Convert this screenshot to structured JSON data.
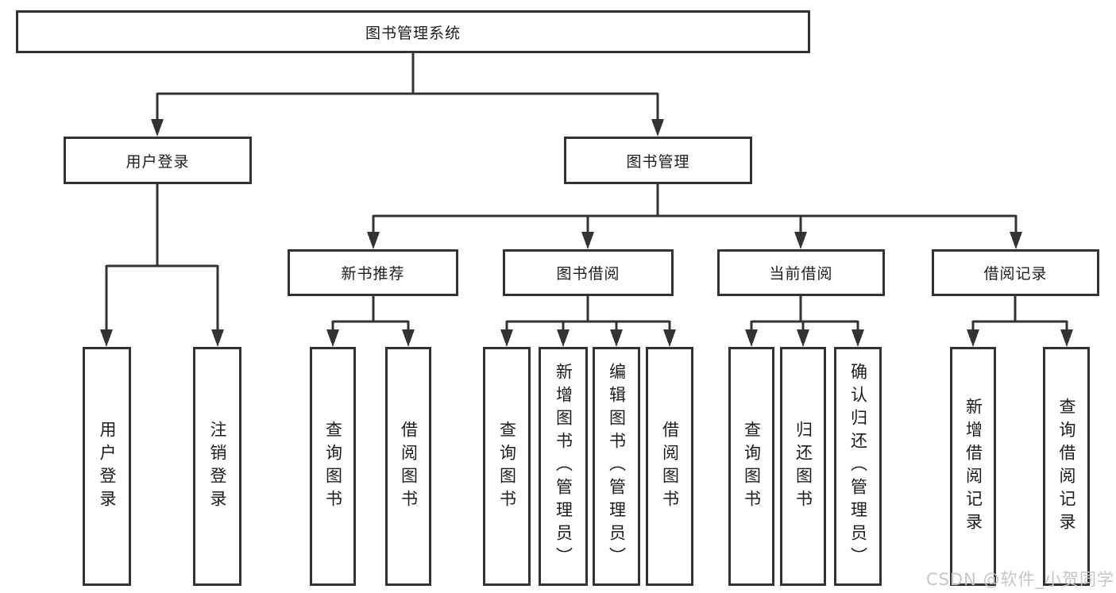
{
  "colors": {
    "line": "#333333",
    "text": "#1c1c1c",
    "background": "#ffffff",
    "watermark": "#c6c6c6"
  },
  "root": {
    "label": "图书管理系统"
  },
  "branches": [
    {
      "label": "用户登录",
      "children": [
        {
          "label": "用户登录"
        },
        {
          "label": "注销登录"
        }
      ]
    },
    {
      "label": "图书管理",
      "children": [
        {
          "label": "新书推荐",
          "children": [
            {
              "label": "查询图书"
            },
            {
              "label": "借阅图书"
            }
          ]
        },
        {
          "label": "图书借阅",
          "children": [
            {
              "label": "查询图书"
            },
            {
              "label": "新增图书（管理员）"
            },
            {
              "label": "编辑图书（管理员）"
            },
            {
              "label": "借阅图书"
            }
          ]
        },
        {
          "label": "当前借阅",
          "children": [
            {
              "label": "查询图书"
            },
            {
              "label": "归还图书"
            },
            {
              "label": "确认归还（管理员）"
            }
          ]
        },
        {
          "label": "借阅记录",
          "children": [
            {
              "label": "新增借阅记录"
            },
            {
              "label": "查询借阅记录"
            }
          ]
        }
      ]
    }
  ],
  "watermark": {
    "text": "CSDN @软件_小贺同学"
  }
}
